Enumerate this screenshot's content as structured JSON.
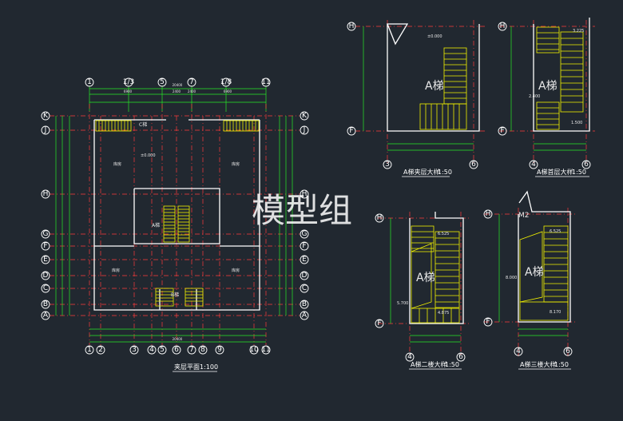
{
  "watermark": "模型组",
  "main_plan": {
    "title": "夹层平面",
    "scale": "1:100",
    "top_axes": [
      "1",
      "1/3",
      "5",
      "7",
      "1/8",
      "11"
    ],
    "bottom_axes": [
      "1",
      "2",
      "3",
      "4",
      "5",
      "6",
      "7",
      "8",
      "9",
      "10",
      "11"
    ],
    "left_axes": [
      "K",
      "J",
      "H",
      "G",
      "F",
      "E",
      "D",
      "C",
      "B",
      "A"
    ],
    "right_axes": [
      "K",
      "J",
      "H",
      "G",
      "F",
      "E",
      "D",
      "C",
      "B",
      "A"
    ],
    "top_dim_total": "20400",
    "top_dim_parts": [
      "6900",
      "2400",
      "2400",
      "6900"
    ],
    "bottom_dim_total": "20400",
    "stair_c": "C梯",
    "stair_b": "B梯",
    "stair_a": "A梯",
    "room_left": "库房",
    "room_right": "库房",
    "room_left_lower": "库房",
    "room_right_lower": "库房",
    "level": "±0.000"
  },
  "detail_a_mezz": {
    "title": "A梯夹层大样",
    "scale": "1:50",
    "axes_top": [
      "H"
    ],
    "axes_bottom": [
      "F"
    ],
    "axes_x": [
      "3",
      "6"
    ],
    "label": "A梯",
    "level": "±0.000"
  },
  "detail_a_top": {
    "title": "A梯首层大样",
    "scale": "1:50",
    "axes_top": [
      "H"
    ],
    "axes_bottom": [
      "F"
    ],
    "axes_x": [
      "4",
      "6"
    ],
    "label": "A梯",
    "levels": [
      "3.225",
      "2.400",
      "1.500"
    ]
  },
  "detail_a_2f": {
    "title": "A梯二楼大样",
    "scale": "1:50",
    "axes_top": [
      "H"
    ],
    "axes_bottom": [
      "F"
    ],
    "axes_x": [
      "4",
      "6"
    ],
    "label": "A梯",
    "levels": [
      "6.525",
      "5.700",
      "4.875"
    ]
  },
  "detail_a_3f": {
    "title": "A梯三楼大样",
    "scale": "1:50",
    "axes_top": [
      "H"
    ],
    "axes_bottom": [
      "F"
    ],
    "axes_x": [
      "4",
      "6"
    ],
    "label": "A梯",
    "tag": "M2",
    "levels": [
      "6.525",
      "8.000",
      "8.170"
    ]
  }
}
